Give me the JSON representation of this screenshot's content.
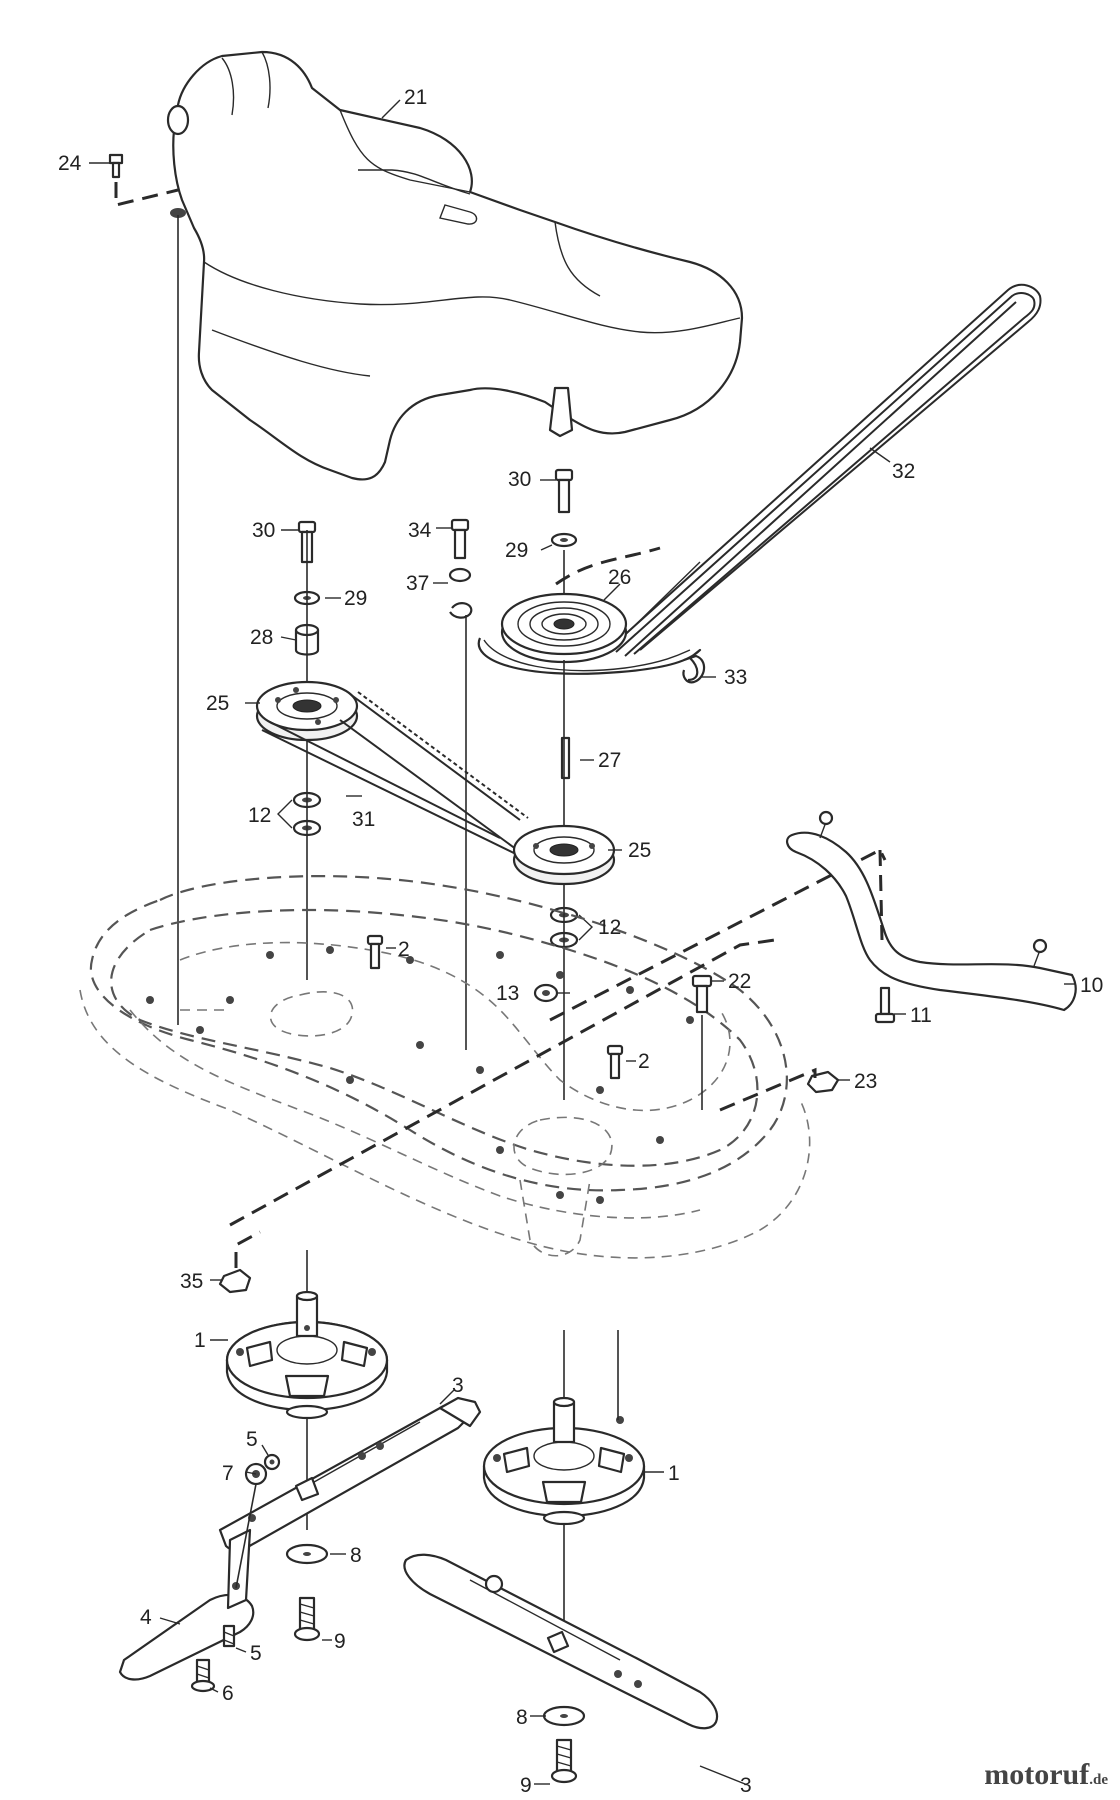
{
  "part_labels": [
    {
      "id": "21",
      "text": "21"
    },
    {
      "id": "24",
      "text": "24"
    },
    {
      "id": "32",
      "text": "32"
    },
    {
      "id": "30a",
      "text": "30"
    },
    {
      "id": "30b",
      "text": "30"
    },
    {
      "id": "34",
      "text": "34"
    },
    {
      "id": "29a",
      "text": "29"
    },
    {
      "id": "29b",
      "text": "29"
    },
    {
      "id": "26",
      "text": "26"
    },
    {
      "id": "37",
      "text": "37"
    },
    {
      "id": "28",
      "text": "28"
    },
    {
      "id": "33",
      "text": "33"
    },
    {
      "id": "25a",
      "text": "25"
    },
    {
      "id": "25b",
      "text": "25"
    },
    {
      "id": "27",
      "text": "27"
    },
    {
      "id": "12a",
      "text": "12"
    },
    {
      "id": "12b",
      "text": "12"
    },
    {
      "id": "31",
      "text": "31"
    },
    {
      "id": "10",
      "text": "10"
    },
    {
      "id": "2a",
      "text": "2"
    },
    {
      "id": "2b",
      "text": "2"
    },
    {
      "id": "13",
      "text": "13"
    },
    {
      "id": "22",
      "text": "22"
    },
    {
      "id": "11",
      "text": "11"
    },
    {
      "id": "23",
      "text": "23"
    },
    {
      "id": "35",
      "text": "35"
    },
    {
      "id": "1a",
      "text": "1"
    },
    {
      "id": "1b",
      "text": "1"
    },
    {
      "id": "3a",
      "text": "3"
    },
    {
      "id": "3b",
      "text": "3"
    },
    {
      "id": "5a",
      "text": "5"
    },
    {
      "id": "5b",
      "text": "5"
    },
    {
      "id": "7",
      "text": "7"
    },
    {
      "id": "8a",
      "text": "8"
    },
    {
      "id": "8b",
      "text": "8"
    },
    {
      "id": "4",
      "text": "4"
    },
    {
      "id": "9a",
      "text": "9"
    },
    {
      "id": "9b",
      "text": "9"
    },
    {
      "id": "6",
      "text": "6"
    }
  ],
  "watermark": {
    "brand": "motoruf",
    "suffix": ".de"
  }
}
